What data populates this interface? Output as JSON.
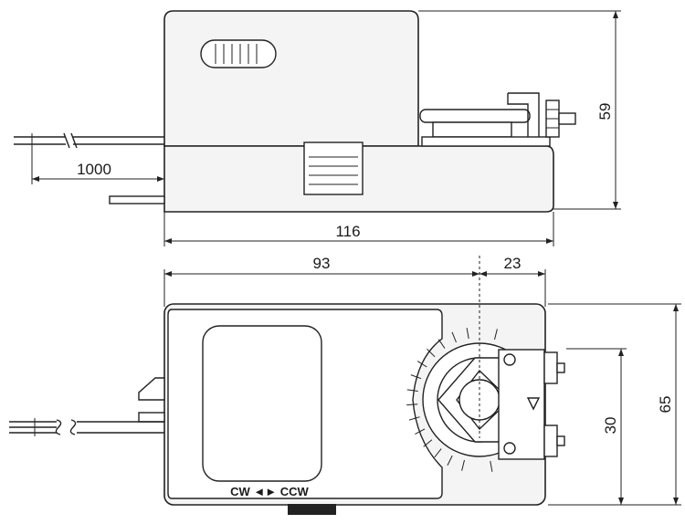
{
  "dimensions": {
    "cable_length": "1000",
    "side_height": "59",
    "side_width": "116",
    "top_left_width": "93",
    "top_right_width": "23",
    "top_inner_height": "30",
    "top_height": "65"
  },
  "direction_label": "CW ◄► CCW"
}
